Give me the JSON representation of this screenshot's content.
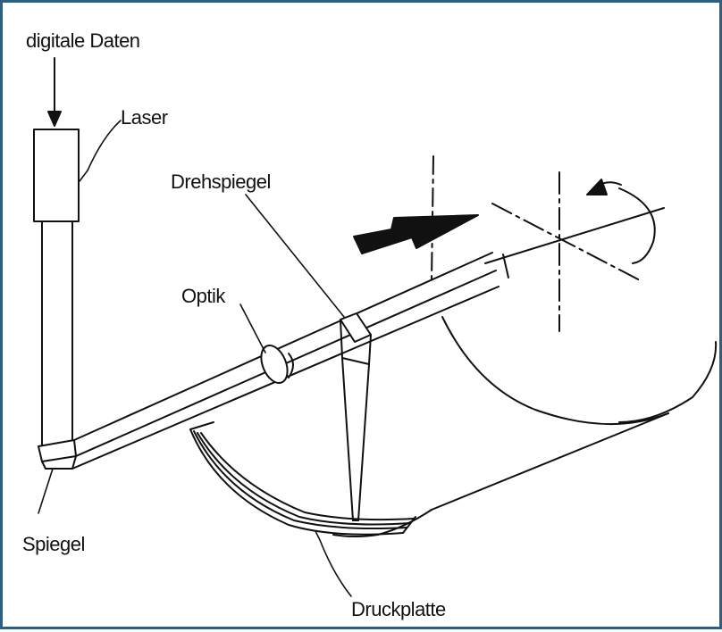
{
  "labels": {
    "input": "digitale Daten",
    "laser": "Laser",
    "rotating_mirror": "Drehspiegel",
    "optics": "Optik",
    "mirror": "Spiegel",
    "printing_plate": "Druckplatte"
  },
  "colors": {
    "frame": "#2e5f80",
    "ink": "#111111",
    "background": "#ffffff"
  }
}
